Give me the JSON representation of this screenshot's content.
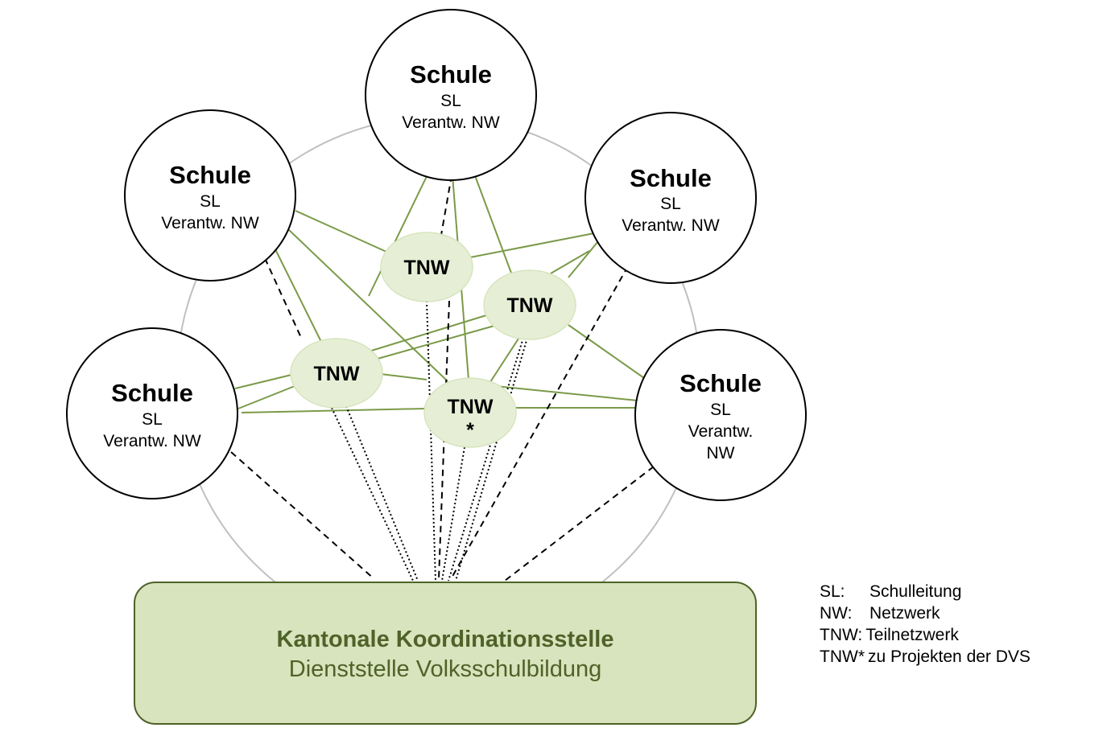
{
  "schools": [
    {
      "title": "Schule",
      "line1": "SL",
      "line2": "Verantw. NW"
    },
    {
      "title": "Schule",
      "line1": "SL",
      "line2": "Verantw. NW"
    },
    {
      "title": "Schule",
      "line1": "SL",
      "line2": "Verantw. NW"
    },
    {
      "title": "Schule",
      "line1": "SL",
      "line2": "Verantw. NW"
    },
    {
      "title": "Schule",
      "line1": "SL",
      "line2": "Verantw.",
      "line3": "NW"
    }
  ],
  "subnetworks": [
    {
      "label": "TNW"
    },
    {
      "label": "TNW"
    },
    {
      "label": "TNW"
    },
    {
      "label": "TNW",
      "mark": "*"
    }
  ],
  "coordination": {
    "title": "Kantonale Koordinationsstelle",
    "subtitle": "Dienststelle Volksschulbildung"
  },
  "legend": [
    {
      "abbr": "SL:",
      "text": "Schulleitung"
    },
    {
      "abbr": "NW:",
      "text": "Netzwerk"
    },
    {
      "abbr": "TNW:",
      "text": "Teilnetzwerk"
    },
    {
      "abbr": "TNW*",
      "text": "zu Projekten der DVS"
    }
  ],
  "colors": {
    "green_line": "#7a9a48",
    "green_fill": "#d7e4bd",
    "green_node": "#e6efd6",
    "green_text": "#4f6228",
    "gray_circle": "#c0c0c0"
  }
}
